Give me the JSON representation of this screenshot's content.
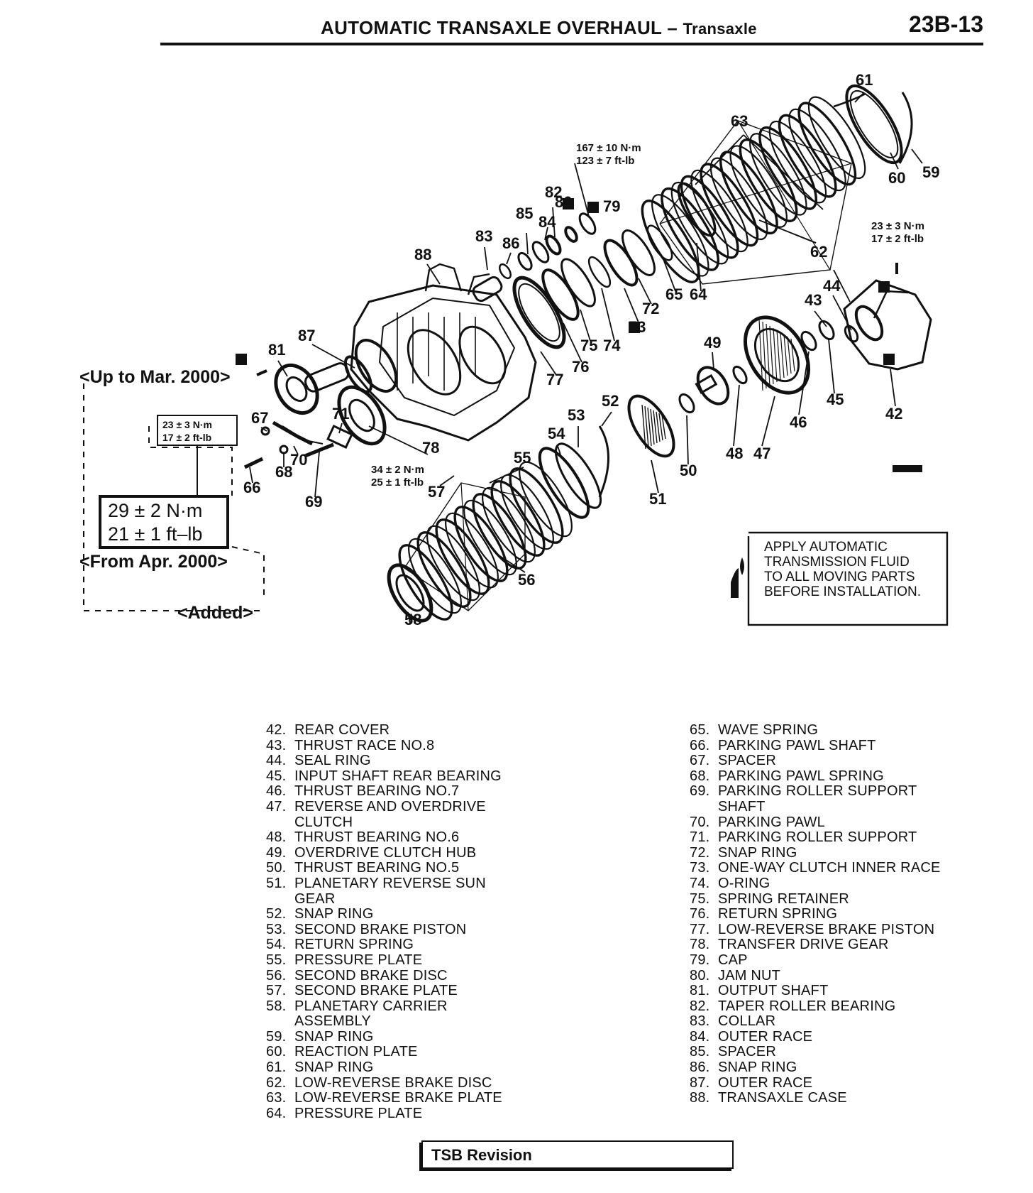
{
  "header": {
    "title": "AUTOMATIC TRANSAXLE OVERHAUL",
    "separator": " – ",
    "subtitle": "Transaxle",
    "page": "23B-13"
  },
  "diagram": {
    "part_labels": [
      "42",
      "43",
      "44",
      "45",
      "46",
      "47",
      "48",
      "49",
      "50",
      "51",
      "52",
      "53",
      "54",
      "55",
      "56",
      "57",
      "58",
      "59",
      "60",
      "61",
      "62",
      "63",
      "64",
      "65",
      "66",
      "67",
      "68",
      "69",
      "70",
      "71",
      "72",
      "73",
      "74",
      "75",
      "76",
      "77",
      "78",
      "79",
      "80",
      "81",
      "82",
      "83",
      "84",
      "85",
      "86",
      "87",
      "88"
    ],
    "torques": {
      "t167": [
        "167 ± 10 N·m",
        "123 ± 7 ft-lb"
      ],
      "t23a": [
        "23 ± 3 N·m",
        "17 ± 2 ft-lb"
      ],
      "t23b": [
        "23 ± 3 N·m",
        "17 ± 2 ft-lb"
      ],
      "t34": [
        "34 ± 2 N·m",
        "25 ± 1 ft-lb"
      ],
      "t29": [
        "29 ± 2 N·m",
        "21 ± 1 ft–lb"
      ]
    },
    "revision_notes": {
      "up_to": "<Up to Mar. 2000>",
      "from": "<From Apr. 2000>",
      "added": "<Added>"
    },
    "note": [
      "APPLY AUTOMATIC",
      "TRANSMISSION FLUID",
      "TO ALL MOVING PARTS",
      "BEFORE INSTALLATION."
    ]
  },
  "legend_left": [
    {
      "num": "42.",
      "text": "REAR COVER"
    },
    {
      "num": "43.",
      "text": "THRUST RACE NO.8"
    },
    {
      "num": "44.",
      "text": "SEAL RING"
    },
    {
      "num": "45.",
      "text": "INPUT SHAFT REAR BEARING"
    },
    {
      "num": "46.",
      "text": "THRUST BEARING NO.7"
    },
    {
      "num": "47.",
      "text": "REVERSE AND OVERDRIVE CLUTCH"
    },
    {
      "num": "48.",
      "text": "THRUST BEARING NO.6"
    },
    {
      "num": "49.",
      "text": "OVERDRIVE CLUTCH HUB"
    },
    {
      "num": "50.",
      "text": "THRUST BEARING NO.5"
    },
    {
      "num": "51.",
      "text": "PLANETARY REVERSE SUN GEAR"
    },
    {
      "num": "52.",
      "text": "SNAP RING"
    },
    {
      "num": "53.",
      "text": "SECOND BRAKE PISTON"
    },
    {
      "num": "54.",
      "text": "RETURN SPRING"
    },
    {
      "num": "55.",
      "text": "PRESSURE PLATE"
    },
    {
      "num": "56.",
      "text": "SECOND BRAKE DISC"
    },
    {
      "num": "57.",
      "text": "SECOND BRAKE PLATE"
    },
    {
      "num": "58.",
      "text": "PLANETARY CARRIER ASSEMBLY"
    },
    {
      "num": "59.",
      "text": "SNAP RING"
    },
    {
      "num": "60.",
      "text": "REACTION PLATE"
    },
    {
      "num": "61.",
      "text": "SNAP RING"
    },
    {
      "num": "62.",
      "text": "LOW-REVERSE BRAKE DISC"
    },
    {
      "num": "63.",
      "text": "LOW-REVERSE BRAKE PLATE"
    },
    {
      "num": "64.",
      "text": "PRESSURE PLATE"
    }
  ],
  "legend_right": [
    {
      "num": "65.",
      "text": "WAVE SPRING"
    },
    {
      "num": "66.",
      "text": "PARKING PAWL SHAFT"
    },
    {
      "num": "67.",
      "text": "SPACER"
    },
    {
      "num": "68.",
      "text": "PARKING PAWL SPRING"
    },
    {
      "num": "69.",
      "text": "PARKING ROLLER SUPPORT SHAFT"
    },
    {
      "num": "70.",
      "text": "PARKING PAWL"
    },
    {
      "num": "71.",
      "text": "PARKING ROLLER SUPPORT"
    },
    {
      "num": "72.",
      "text": "SNAP RING"
    },
    {
      "num": "73.",
      "text": "ONE-WAY CLUTCH INNER RACE"
    },
    {
      "num": "74.",
      "text": "O-RING"
    },
    {
      "num": "75.",
      "text": "SPRING RETAINER"
    },
    {
      "num": "76.",
      "text": "RETURN SPRING"
    },
    {
      "num": "77.",
      "text": "LOW-REVERSE BRAKE PISTON"
    },
    {
      "num": "78.",
      "text": "TRANSFER DRIVE GEAR"
    },
    {
      "num": "79.",
      "text": "CAP"
    },
    {
      "num": "80.",
      "text": "JAM NUT"
    },
    {
      "num": "81.",
      "text": "OUTPUT SHAFT"
    },
    {
      "num": "82.",
      "text": "TAPER ROLLER BEARING"
    },
    {
      "num": "83.",
      "text": "COLLAR"
    },
    {
      "num": "84.",
      "text": "OUTER RACE"
    },
    {
      "num": "85.",
      "text": "SPACER"
    },
    {
      "num": "86.",
      "text": "SNAP RING"
    },
    {
      "num": "87.",
      "text": "OUTER RACE"
    },
    {
      "num": "88.",
      "text": "TRANSAXLE CASE"
    }
  ],
  "footer": {
    "tsb": "TSB Revision"
  }
}
